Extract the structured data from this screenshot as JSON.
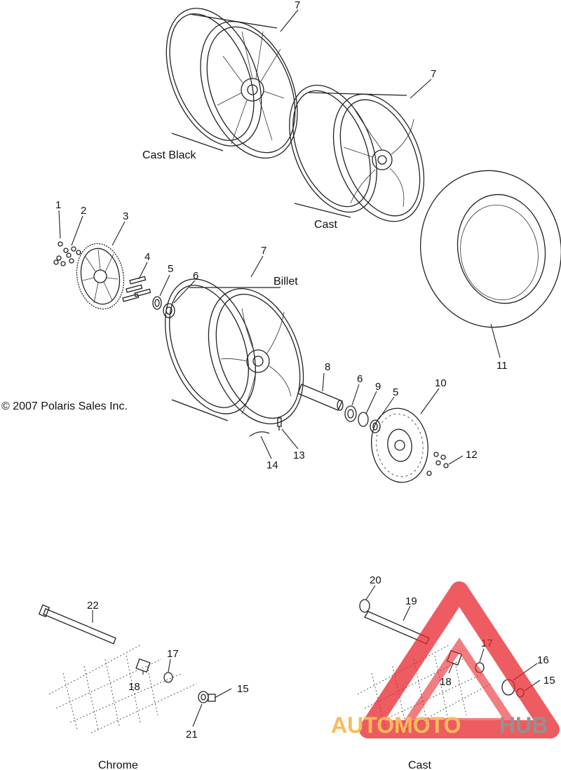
{
  "diagram": {
    "copyright": "© 2007 Polaris Sales Inc.",
    "captions": {
      "cast_black": "Cast Black",
      "cast": "Cast",
      "billet": "Billet",
      "chrome": "Chrome",
      "cast_bottom": "Cast"
    },
    "callouts": {
      "c1": "1",
      "c2": "2",
      "c3": "3",
      "c4": "4",
      "c5a": "5",
      "c6a": "6",
      "c7a": "7",
      "c7b": "7",
      "c7c": "7",
      "c8": "8",
      "c6b": "6",
      "c9": "9",
      "c5b": "5",
      "c10": "10",
      "c11": "11",
      "c12": "12",
      "c13": "13",
      "c14": "14",
      "c22": "22",
      "c17a": "17",
      "c18a": "18",
      "c15a": "15",
      "c21": "21",
      "c20": "20",
      "c19": "19",
      "c17b": "17",
      "c16": "16",
      "c18b": "18",
      "c15b": "15"
    },
    "watermark": {
      "text_orange": "AUTOMOTO",
      "text_gray": "HUB",
      "color_red": "#e8262d",
      "color_orange": "#f5a623",
      "color_gray": "#6d6e71"
    }
  }
}
